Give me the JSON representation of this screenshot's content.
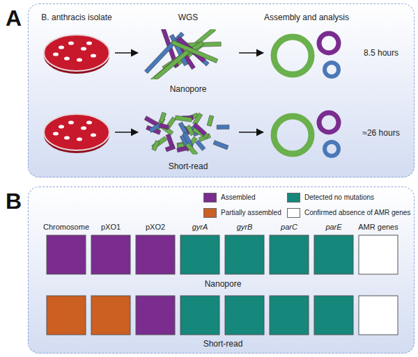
{
  "diagram": {
    "nodes": [
      {
        "text": [
          "A"
        ]
      },
      {
        "text": [
          "B"
        ]
      }
    ],
    "labels": [
      "B. anthracis isolate",
      "WGS",
      "Assembly and analysis",
      "Nanopore",
      "8.5 hours",
      "Short-read",
      "≈26 hours",
      "Chromosome",
      "pXO1",
      "pXO2",
      "gyrA",
      "gyrB",
      "parC",
      "parE",
      "AMR genes",
      "Nanopore",
      "Short-read"
    ],
    "legend": [
      {
        "text": "Assembled",
        "color": "#7a2c8f"
      },
      {
        "text": "Detected no mutations",
        "color": "#15877b"
      },
      {
        "text": "Partially assembled",
        "color": "#cc5f22"
      },
      {
        "text": "Confirmed absence of AMR genes",
        "color": "#ffffff"
      }
    ]
  }
}
